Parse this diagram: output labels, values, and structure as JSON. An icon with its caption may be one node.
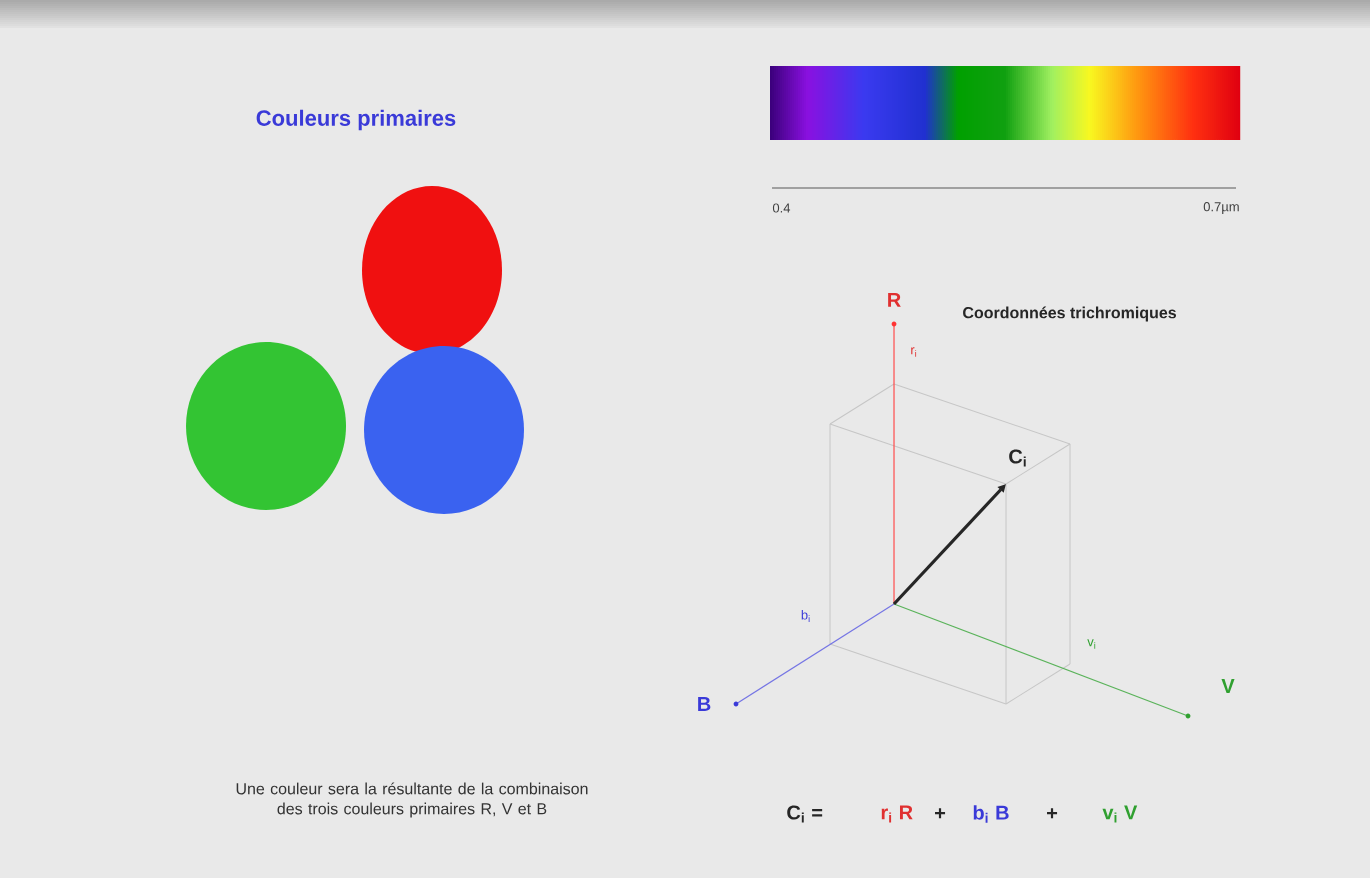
{
  "diagram": {
    "title": "Couleurs primaires",
    "nodes": [
      {
        "text": [],
        "shape": "circle"
      },
      {
        "text": [],
        "shape": "circle"
      },
      {
        "text": [],
        "shape": "circle"
      }
    ],
    "labels": [
      "0.4",
      "0.7µm",
      "R",
      "r$_{i}$",
      "Coordonnées trichromiques",
      "C$_{i}$",
      "b$_{i}$",
      "v$_{i}$",
      "B",
      "V",
      "Une couleur sera la résultante de la combinaison des trois couleurs primaires R, V et B",
      "C$_{i}$ =",
      "r$_{i}$ R",
      "+",
      "b$_{i}$ B",
      "+",
      "v$_{i}$ V"
    ]
  }
}
